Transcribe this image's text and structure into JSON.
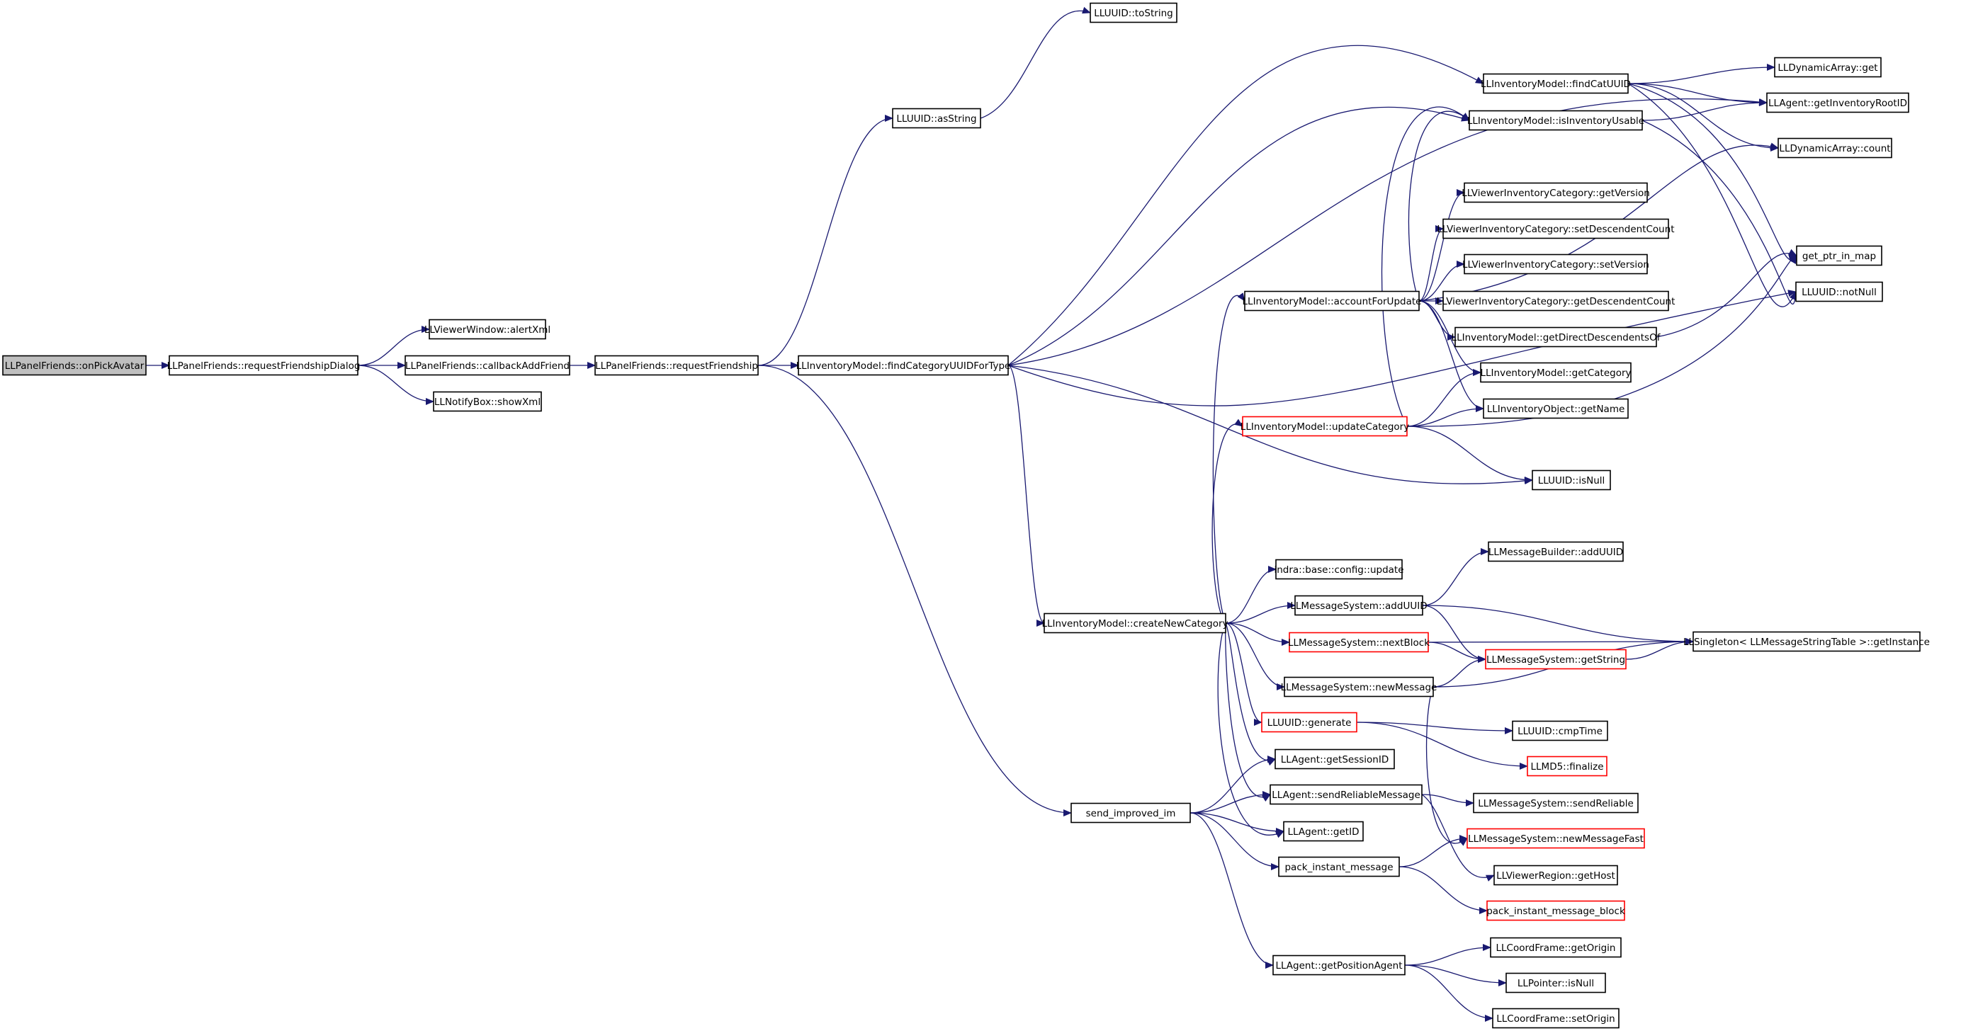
{
  "colors": {
    "edge": "#191970",
    "node_border": "#000000",
    "truncated_border": "#ff0000",
    "root_fill": "#bfbfbf",
    "node_fill": "#ffffff"
  },
  "nodes": [
    {
      "id": "onPickAvatar",
      "label": "LLPanelFriends::onPickAvatar",
      "style": "root"
    },
    {
      "id": "reqFriendDialog",
      "label": "LLPanelFriends::requestFriendshipDialog",
      "style": "normal"
    },
    {
      "id": "alertXml",
      "label": "LLViewerWindow::alertXml",
      "style": "normal"
    },
    {
      "id": "callbackAddFriend",
      "label": "LLPanelFriends::callbackAddFriend",
      "style": "normal"
    },
    {
      "id": "showXml",
      "label": "LLNotifyBox::showXml",
      "style": "normal"
    },
    {
      "id": "reqFriendship",
      "label": "LLPanelFriends::requestFriendship",
      "style": "normal"
    },
    {
      "id": "findCatForType",
      "label": "LLInventoryModel::findCategoryUUIDForType",
      "style": "normal"
    },
    {
      "id": "asString",
      "label": "LLUUID::asString",
      "style": "normal"
    },
    {
      "id": "toString",
      "label": "LLUUID::toString",
      "style": "normal"
    },
    {
      "id": "findCatUUID",
      "label": "LLInventoryModel::findCatUUID",
      "style": "normal"
    },
    {
      "id": "dynGet",
      "label": "LLDynamicArray::get",
      "style": "normal"
    },
    {
      "id": "invRootID",
      "label": "LLAgent::getInventoryRootID",
      "style": "normal"
    },
    {
      "id": "isInvUsable",
      "label": "LLInventoryModel::isInventoryUsable",
      "style": "normal"
    },
    {
      "id": "dynCount",
      "label": "LLDynamicArray::count",
      "style": "normal"
    },
    {
      "id": "vicGetVersion",
      "label": "LLViewerInventoryCategory::getVersion",
      "style": "normal"
    },
    {
      "id": "vicSetDescCount",
      "label": "LLViewerInventoryCategory::setDescendentCount",
      "style": "normal"
    },
    {
      "id": "vicSetVersion",
      "label": "LLViewerInventoryCategory::setVersion",
      "style": "normal"
    },
    {
      "id": "accountForUpdate",
      "label": "LLInventoryModel::accountForUpdate",
      "style": "normal"
    },
    {
      "id": "vicGetDescCount",
      "label": "LLViewerInventoryCategory::getDescendentCount",
      "style": "normal"
    },
    {
      "id": "getDirectDesc",
      "label": "LLInventoryModel::getDirectDescendentsOf",
      "style": "normal"
    },
    {
      "id": "getPtrInMap",
      "label": "get_ptr_in_map",
      "style": "normal"
    },
    {
      "id": "notNull",
      "label": "LLUUID::notNull",
      "style": "normal"
    },
    {
      "id": "getCategory",
      "label": "LLInventoryModel::getCategory",
      "style": "normal"
    },
    {
      "id": "getName",
      "label": "LLInventoryObject::getName",
      "style": "normal"
    },
    {
      "id": "updateCategory",
      "label": "LLInventoryModel::updateCategory",
      "style": "truncated"
    },
    {
      "id": "uuidIsNull",
      "label": "LLUUID::isNull",
      "style": "normal"
    },
    {
      "id": "configUpdate",
      "label": "indra::base::config::update",
      "style": "normal"
    },
    {
      "id": "mbAddUUID",
      "label": "LLMessageBuilder::addUUID",
      "style": "normal"
    },
    {
      "id": "msAddUUID",
      "label": "LLMessageSystem::addUUID",
      "style": "normal"
    },
    {
      "id": "createNewCat",
      "label": "LLInventoryModel::createNewCategory",
      "style": "normal"
    },
    {
      "id": "nextBlock",
      "label": "LLMessageSystem::nextBlock",
      "style": "truncated"
    },
    {
      "id": "getString",
      "label": "LLMessageSystem::getString",
      "style": "truncated"
    },
    {
      "id": "singletonInst",
      "label": "LLSingleton< LLMessageStringTable >::getInstance",
      "style": "normal"
    },
    {
      "id": "newMessage",
      "label": "LLMessageSystem::newMessage",
      "style": "normal"
    },
    {
      "id": "generate",
      "label": "LLUUID::generate",
      "style": "truncated"
    },
    {
      "id": "cmpTime",
      "label": "LLUUID::cmpTime",
      "style": "normal"
    },
    {
      "id": "md5Finalize",
      "label": "LLMD5::finalize",
      "style": "truncated"
    },
    {
      "id": "getSessionID",
      "label": "LLAgent::getSessionID",
      "style": "normal"
    },
    {
      "id": "sendReliableMsg",
      "label": "LLAgent::sendReliableMessage",
      "style": "normal"
    },
    {
      "id": "msSendReliable",
      "label": "LLMessageSystem::sendReliable",
      "style": "normal"
    },
    {
      "id": "sendImprovedIm",
      "label": "send_improved_im",
      "style": "normal"
    },
    {
      "id": "getID",
      "label": "LLAgent::getID",
      "style": "normal"
    },
    {
      "id": "newMessageFast",
      "label": "LLMessageSystem::newMessageFast",
      "style": "truncated"
    },
    {
      "id": "packInstantMsg",
      "label": "pack_instant_message",
      "style": "normal"
    },
    {
      "id": "getHost",
      "label": "LLViewerRegion::getHost",
      "style": "normal"
    },
    {
      "id": "packInstantMsgBlock",
      "label": "pack_instant_message_block",
      "style": "truncated"
    },
    {
      "id": "cfGetOrigin",
      "label": "LLCoordFrame::getOrigin",
      "style": "normal"
    },
    {
      "id": "getPosAgent",
      "label": "LLAgent::getPositionAgent",
      "style": "normal"
    },
    {
      "id": "ptrIsNull",
      "label": "LLPointer::isNull",
      "style": "normal"
    },
    {
      "id": "cfSetOrigin",
      "label": "LLCoordFrame::setOrigin",
      "style": "normal"
    }
  ],
  "edges": [
    [
      "onPickAvatar",
      "reqFriendDialog"
    ],
    [
      "reqFriendDialog",
      "alertXml"
    ],
    [
      "reqFriendDialog",
      "callbackAddFriend"
    ],
    [
      "reqFriendDialog",
      "showXml"
    ],
    [
      "callbackAddFriend",
      "reqFriendship"
    ],
    [
      "reqFriendship",
      "asString"
    ],
    [
      "reqFriendship",
      "findCatForType"
    ],
    [
      "reqFriendship",
      "sendImprovedIm"
    ],
    [
      "asString",
      "toString"
    ],
    [
      "findCatForType",
      "findCatUUID"
    ],
    [
      "findCatForType",
      "invRootID"
    ],
    [
      "findCatForType",
      "isInvUsable"
    ],
    [
      "findCatForType",
      "createNewCat"
    ],
    [
      "findCatForType",
      "uuidIsNull"
    ],
    [
      "findCatForType",
      "notNull"
    ],
    [
      "findCatUUID",
      "dynGet"
    ],
    [
      "findCatUUID",
      "invRootID"
    ],
    [
      "findCatUUID",
      "dynCount"
    ],
    [
      "findCatUUID",
      "getPtrInMap"
    ],
    [
      "findCatUUID",
      "notNull"
    ],
    [
      "isInvUsable",
      "invRootID"
    ],
    [
      "isInvUsable",
      "notNull"
    ],
    [
      "accountForUpdate",
      "isInvUsable"
    ],
    [
      "accountForUpdate",
      "vicGetVersion"
    ],
    [
      "accountForUpdate",
      "vicSetDescCount"
    ],
    [
      "accountForUpdate",
      "vicSetVersion"
    ],
    [
      "accountForUpdate",
      "vicGetDescCount"
    ],
    [
      "accountForUpdate",
      "getDirectDesc"
    ],
    [
      "accountForUpdate",
      "getCategory"
    ],
    [
      "accountForUpdate",
      "getName"
    ],
    [
      "accountForUpdate",
      "dynCount"
    ],
    [
      "getDirectDesc",
      "getPtrInMap"
    ],
    [
      "updateCategory",
      "isInvUsable"
    ],
    [
      "updateCategory",
      "getCategory"
    ],
    [
      "updateCategory",
      "getName"
    ],
    [
      "updateCategory",
      "uuidIsNull"
    ],
    [
      "updateCategory",
      "getPtrInMap"
    ],
    [
      "createNewCat",
      "accountForUpdate"
    ],
    [
      "createNewCat",
      "updateCategory"
    ],
    [
      "createNewCat",
      "configUpdate"
    ],
    [
      "createNewCat",
      "msAddUUID"
    ],
    [
      "createNewCat",
      "nextBlock"
    ],
    [
      "createNewCat",
      "newMessage"
    ],
    [
      "createNewCat",
      "generate"
    ],
    [
      "createNewCat",
      "getSessionID"
    ],
    [
      "createNewCat",
      "sendReliableMsg"
    ],
    [
      "createNewCat",
      "getID"
    ],
    [
      "msAddUUID",
      "mbAddUUID"
    ],
    [
      "msAddUUID",
      "getString"
    ],
    [
      "msAddUUID",
      "singletonInst"
    ],
    [
      "nextBlock",
      "getString"
    ],
    [
      "nextBlock",
      "singletonInst"
    ],
    [
      "getString",
      "singletonInst"
    ],
    [
      "newMessage",
      "getString"
    ],
    [
      "newMessage",
      "singletonInst"
    ],
    [
      "newMessage",
      "newMessageFast"
    ],
    [
      "generate",
      "cmpTime"
    ],
    [
      "generate",
      "md5Finalize"
    ],
    [
      "sendReliableMsg",
      "msSendReliable"
    ],
    [
      "sendReliableMsg",
      "getHost"
    ],
    [
      "sendImprovedIm",
      "getSessionID"
    ],
    [
      "sendImprovedIm",
      "sendReliableMsg"
    ],
    [
      "sendImprovedIm",
      "getID"
    ],
    [
      "sendImprovedIm",
      "packInstantMsg"
    ],
    [
      "sendImprovedIm",
      "getPosAgent"
    ],
    [
      "packInstantMsg",
      "newMessageFast"
    ],
    [
      "packInstantMsg",
      "packInstantMsgBlock"
    ],
    [
      "getPosAgent",
      "cfGetOrigin"
    ],
    [
      "getPosAgent",
      "ptrIsNull"
    ],
    [
      "getPosAgent",
      "cfSetOrigin"
    ]
  ]
}
